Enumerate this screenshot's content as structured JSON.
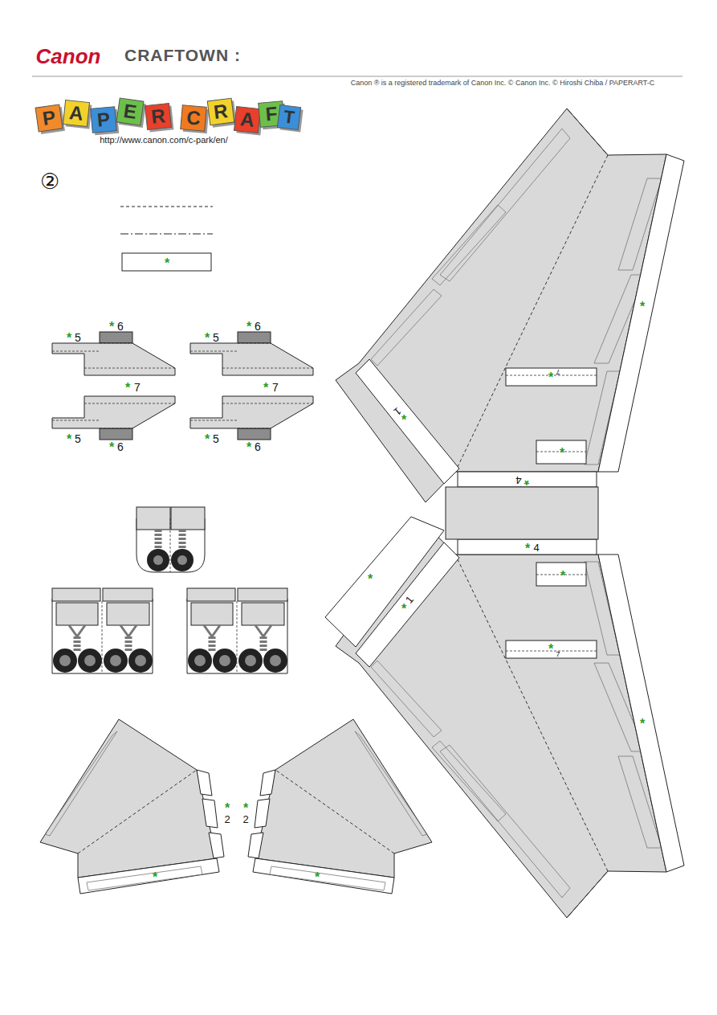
{
  "diagram": {
    "title": "CRAFTOWN :",
    "labels": [
      "Canon",
      "Canon ® is a registered trademark of Canon Inc.  © Canon Inc.  © Hiroshi Chiba / PAPERART-C",
      "P",
      "A",
      "P",
      "E",
      "R",
      "C",
      "R",
      "A",
      "F",
      "T",
      "http://www.canon.com/c-park/en/",
      "②",
      "*",
      "*",
      "5",
      "*",
      "6",
      "*",
      "5",
      "*",
      "6",
      "*",
      "7",
      "*",
      "7",
      "*",
      "5",
      "*",
      "6",
      "*",
      "5",
      "*",
      "6",
      "*",
      "*",
      "7",
      "*",
      "*",
      "4",
      "*",
      "1",
      "*",
      "*",
      "1",
      "*",
      "4",
      "*",
      "*",
      "7",
      "*",
      "*",
      "2",
      "*",
      "2",
      "*",
      "*"
    ]
  }
}
